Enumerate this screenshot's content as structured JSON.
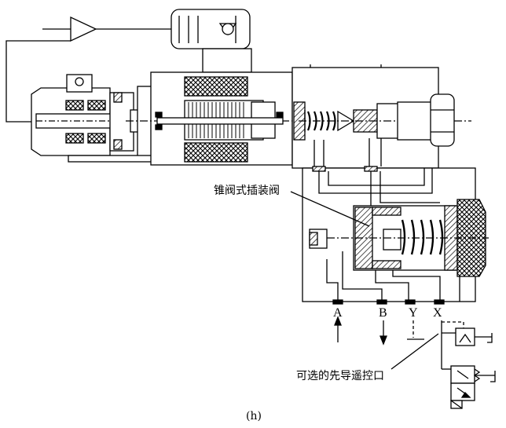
{
  "labels": {
    "cone_cartridge": "锥阀式插装阀",
    "pilot_port": "可选的先导遥控口",
    "caption": "(h)"
  },
  "ports": {
    "a": "A",
    "b": "B",
    "y": "Y",
    "x": "X"
  }
}
